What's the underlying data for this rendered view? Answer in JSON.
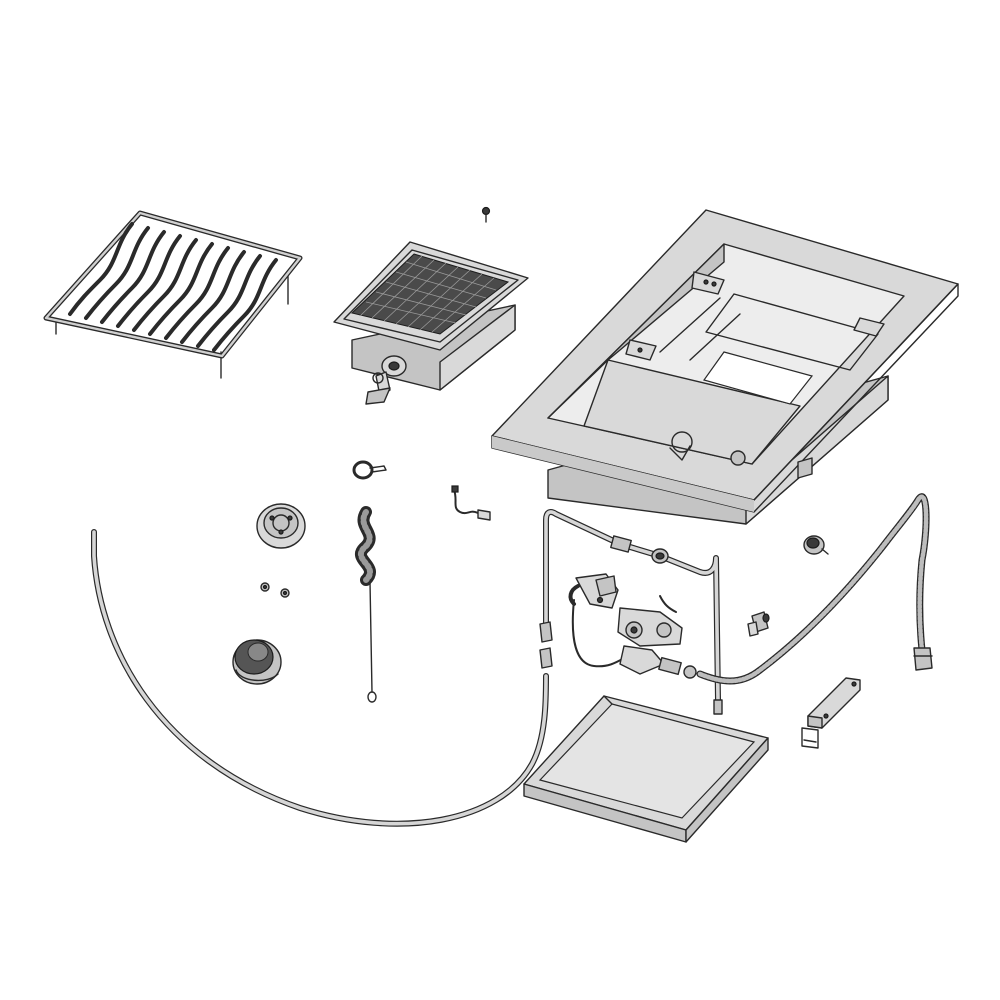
{
  "diagram": {
    "colors": {
      "background": "#ffffff",
      "line": "#2a2a2a",
      "part_fill": "#d9d9d9",
      "part_shade": "#c4c4c4",
      "dark_part": "#3a3a3a"
    },
    "parts": [
      {
        "name": "cooking-grate"
      },
      {
        "name": "burner"
      },
      {
        "name": "screw"
      },
      {
        "name": "housing-frame"
      },
      {
        "name": "wire-clip"
      },
      {
        "name": "wire-connector"
      },
      {
        "name": "heat-shield-disc"
      },
      {
        "name": "cleaning-brush"
      },
      {
        "name": "small-nuts"
      },
      {
        "name": "control-knob"
      },
      {
        "name": "thermocouple-line"
      },
      {
        "name": "ignition-wire"
      },
      {
        "name": "gas-manifold"
      },
      {
        "name": "gas-valve-assembly"
      },
      {
        "name": "flexible-gas-hose"
      },
      {
        "name": "igniter-button"
      },
      {
        "name": "hose-fitting"
      },
      {
        "name": "drip-tray"
      },
      {
        "name": "mounting-bracket"
      }
    ]
  }
}
